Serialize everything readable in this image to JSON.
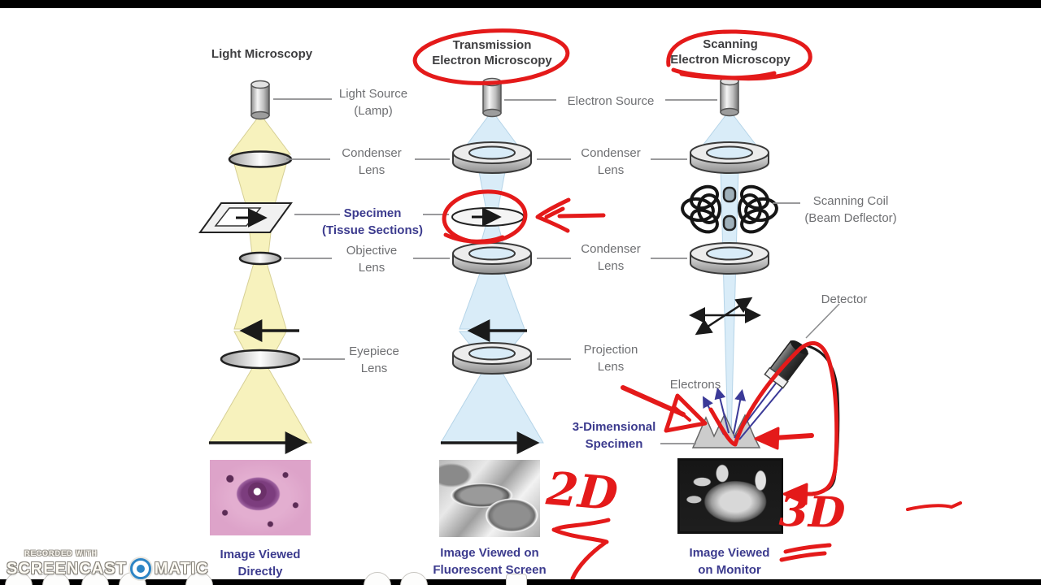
{
  "titles": {
    "light": "Light Microscopy",
    "tem_line1": "Transmission",
    "tem_line2": "Electron Microscopy",
    "sem_line1": "Scanning",
    "sem_line2": "Electron Microscopy"
  },
  "labels": {
    "light_source_1": "Light Source",
    "light_source_2": "(Lamp)",
    "condenser_1": "Condenser",
    "condenser_2": "Lens",
    "specimen_1": "Specimen",
    "specimen_2": "(Tissue Sections)",
    "objective_1": "Objective",
    "objective_2": "Lens",
    "eyepiece_1": "Eyepiece",
    "eyepiece_2": "Lens",
    "electron_source": "Electron Source",
    "tem_condenser_1": "Condenser",
    "tem_condenser_2": "Lens",
    "mid_condenser_1": "Condenser",
    "mid_condenser_2": "Lens",
    "projection_1": "Projection",
    "projection_2": "Lens",
    "scanning_coil_1": "Scanning Coil",
    "scanning_coil_2": "(Beam Deflector)",
    "detector": "Detector",
    "electrons": "Electrons",
    "specimen3d_1": "3-Dimensional",
    "specimen3d_2": "Specimen"
  },
  "captions": {
    "light_1": "Image Viewed",
    "light_2": "Directly",
    "tem_1": "Image Viewed on",
    "tem_2": "Fluorescent Screen",
    "sem_1": "Image Viewed",
    "sem_2": "on Monitor"
  },
  "annotations": {
    "tem_dim": "2D",
    "sem_dim": "3D"
  },
  "watermark": {
    "recorded": "RECORDED WITH",
    "brand_left": "SCREENCAST",
    "brand_right": "MATIC"
  },
  "colors": {
    "annotation_red": "#e41a1a",
    "label_gray": "#6e6f72",
    "label_blue": "#3c3b8e",
    "beam_yellow": "#f7f2bd",
    "beam_blue": "#d9ecf8"
  }
}
